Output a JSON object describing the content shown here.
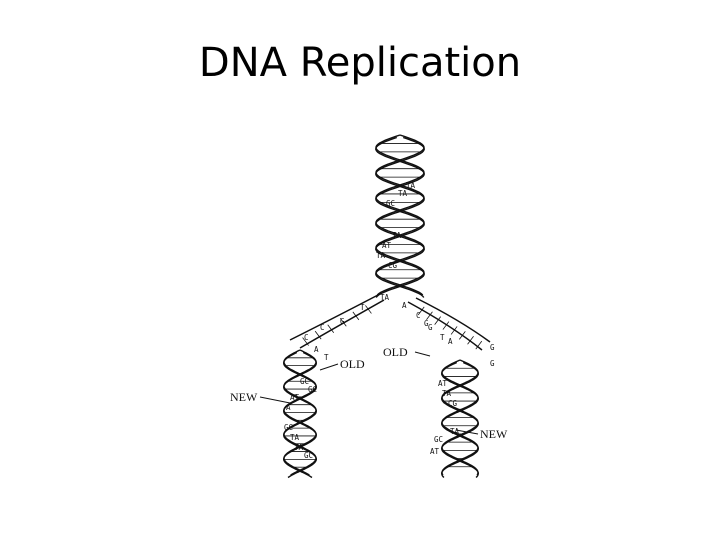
{
  "slide": {
    "title": "DNA Replication"
  },
  "diagram": {
    "labels": {
      "old_left": "OLD",
      "old_right": "OLD",
      "new_left": "NEW",
      "new_right": "NEW"
    },
    "parent_pairs": [
      "TA",
      "TA",
      "GC",
      "TA",
      "AT",
      "TA",
      "CG",
      "TA"
    ],
    "fork_left_bases": [
      "T",
      "G",
      "C",
      "C",
      "A",
      "T"
    ],
    "fork_right_bases": [
      "A",
      "C",
      "G",
      "G",
      "T",
      "A",
      "G",
      "G"
    ],
    "left_daughter_pairs": [
      "GC",
      "GC",
      "AT",
      "A",
      "GC",
      "TA",
      "TA",
      "GC"
    ],
    "right_daughter_pairs": [
      "AT",
      "TA",
      "CG",
      "TA",
      "GC",
      "AT"
    ]
  }
}
